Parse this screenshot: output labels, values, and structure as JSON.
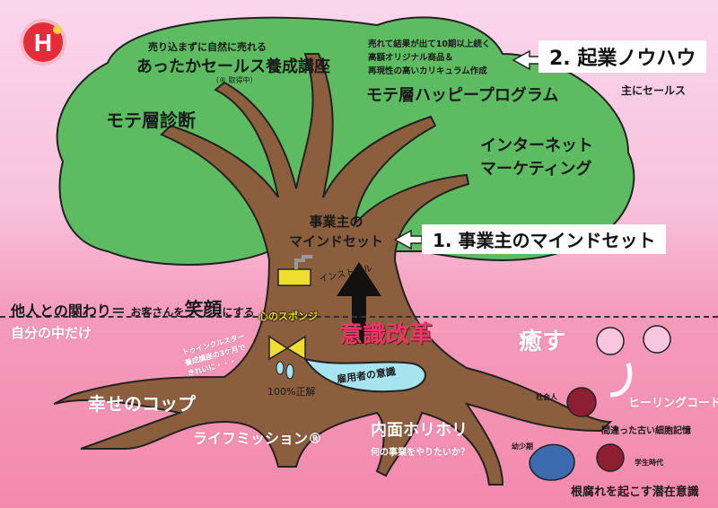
{
  "logo": {
    "letter": "H"
  },
  "canopy": {
    "sales_course_sub": "売り込まずに自然に売れる",
    "sales_course": "あったかセールス養成講座",
    "sales_course_note": "（® 取得中）",
    "mote_diagnosis": "モテ層診断",
    "program_desc": [
      "売れて結果が出て10期以上続く",
      "高額オリジナル商品＆",
      "再現性の高いカリキュラム作成"
    ],
    "happy_program": "モテ層ハッピープログラム",
    "internet_marketing": [
      "インターネット",
      "マーケティング"
    ]
  },
  "labels": {
    "knowhow": "2. 起業ノウハウ",
    "knowhow_sub": "主にセールス",
    "mindset": "1. 事業主のマインドセット"
  },
  "trunk": {
    "mindset": [
      "事業主の",
      "マインドセット"
    ],
    "install": "インストール",
    "sponge": "心のスポンジ",
    "reform": "意識改革",
    "employee": "雇用者の意識",
    "correct": "100%正解"
  },
  "left": {
    "relations_a": "他人との関わり＝",
    "relations_b": "お客さんを",
    "relations_c": "笑顔",
    "relations_d": "にする",
    "self_only": "自分の中だけ",
    "twinkle": [
      "トゥインクルスター",
      "養成講座の3ケ月で",
      "きれいに・・・"
    ]
  },
  "roots": {
    "happy_cup": "幸せのコップ",
    "life_mission": "ライフミッション®",
    "inner": "内面ホリホリ",
    "inner_sub": "何の事業をやりたいか？"
  },
  "right": {
    "heal": "癒す",
    "healing_code": "ヒーリングコード",
    "adult": "社会人",
    "wrong_memory": "間違った古い細胞記憶",
    "childhood": "幼少期",
    "student": "学生時代",
    "subconscious": "根腐れを起こす潜在意識"
  },
  "colors": {
    "leaf": "#5dbb62",
    "trunk": "#8b5e3e",
    "reform": "#f0356a",
    "water": "#a6e4ef"
  }
}
